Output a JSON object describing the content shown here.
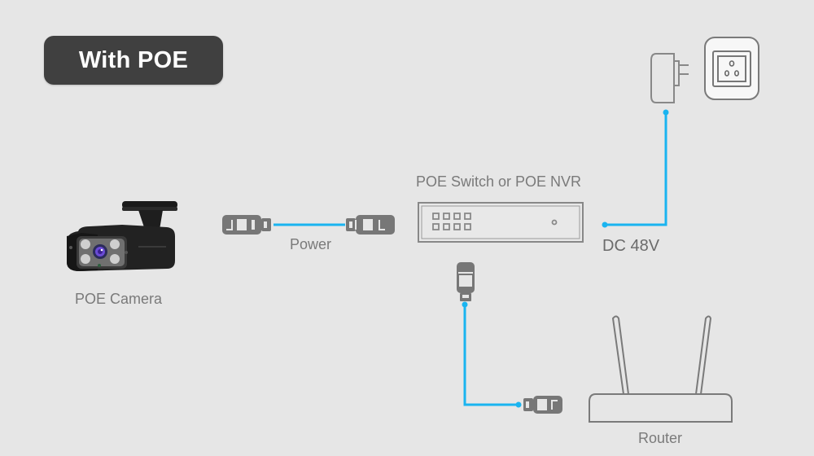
{
  "title": {
    "badge_text": "With POE"
  },
  "colors": {
    "background": "#e6e6e6",
    "badge": "#404040",
    "cable": "#1ab4f0",
    "icon_gray": "#777777",
    "label": "#7a7a7a"
  },
  "nodes": {
    "camera": {
      "label": "POE Camera",
      "icon": "bullet-camera-icon"
    },
    "switch": {
      "label": "POE Switch or POE NVR",
      "icon": "poe-switch-icon"
    },
    "power_adapter": {
      "icon": "power-adapter-icon"
    },
    "wall_outlet": {
      "icon": "wall-outlet-icon"
    },
    "router": {
      "label": "Router",
      "icon": "router-icon"
    }
  },
  "links": {
    "camera_to_switch": {
      "label": "Power",
      "icon": "ethernet-cable-icon"
    },
    "adapter_to_switch": {
      "label": "DC 48V"
    },
    "switch_to_router": {
      "icon": "ethernet-cable-icon"
    }
  }
}
